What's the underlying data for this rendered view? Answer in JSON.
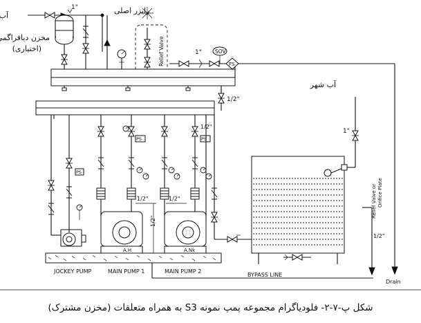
{
  "labels": {
    "city_water_top": "آب شهر",
    "one_inch_top": "1\"",
    "main_riser": "رایزر اصلی",
    "diaphragm_tank_1": "مخزن دیافراگمی",
    "diaphragm_tank_2": "(اختیاری)",
    "relief_valve": "Relief Valve",
    "one_inch_sov": "1\"",
    "sov": "SOV",
    "fs": "FS",
    "half_inch_top": "1/2\"",
    "city_water_right": "آب شهر",
    "one_inch_right": "1\"",
    "half_inch_pump2": "1/2\"",
    "ps": "PS",
    "half_inch_left_a": "1/2\"",
    "half_inch_left_b": "1/2\"",
    "half_inch_vertical": "1/2\"",
    "relief_orifice_1": "Relief Valve or",
    "relief_orifice_2": "Orifice Plate",
    "half_inch_drain": "1/2\"",
    "pump_a_tag": "A.H",
    "pump_b_tag": "A.Nk",
    "jockey_pump": "JOCKEY PUMP",
    "main_pump_1": "MAIN PUMP 1",
    "main_pump_2": "MAIN PUMP 2",
    "bypass_line": "BYPASS LINE",
    "drain": "Drain"
  },
  "caption": "شکل پ-۷-۲- فلودیاگرام مجموعه پمپ نمونه S3 به همراه متعلقات (مخزن مشترک)"
}
